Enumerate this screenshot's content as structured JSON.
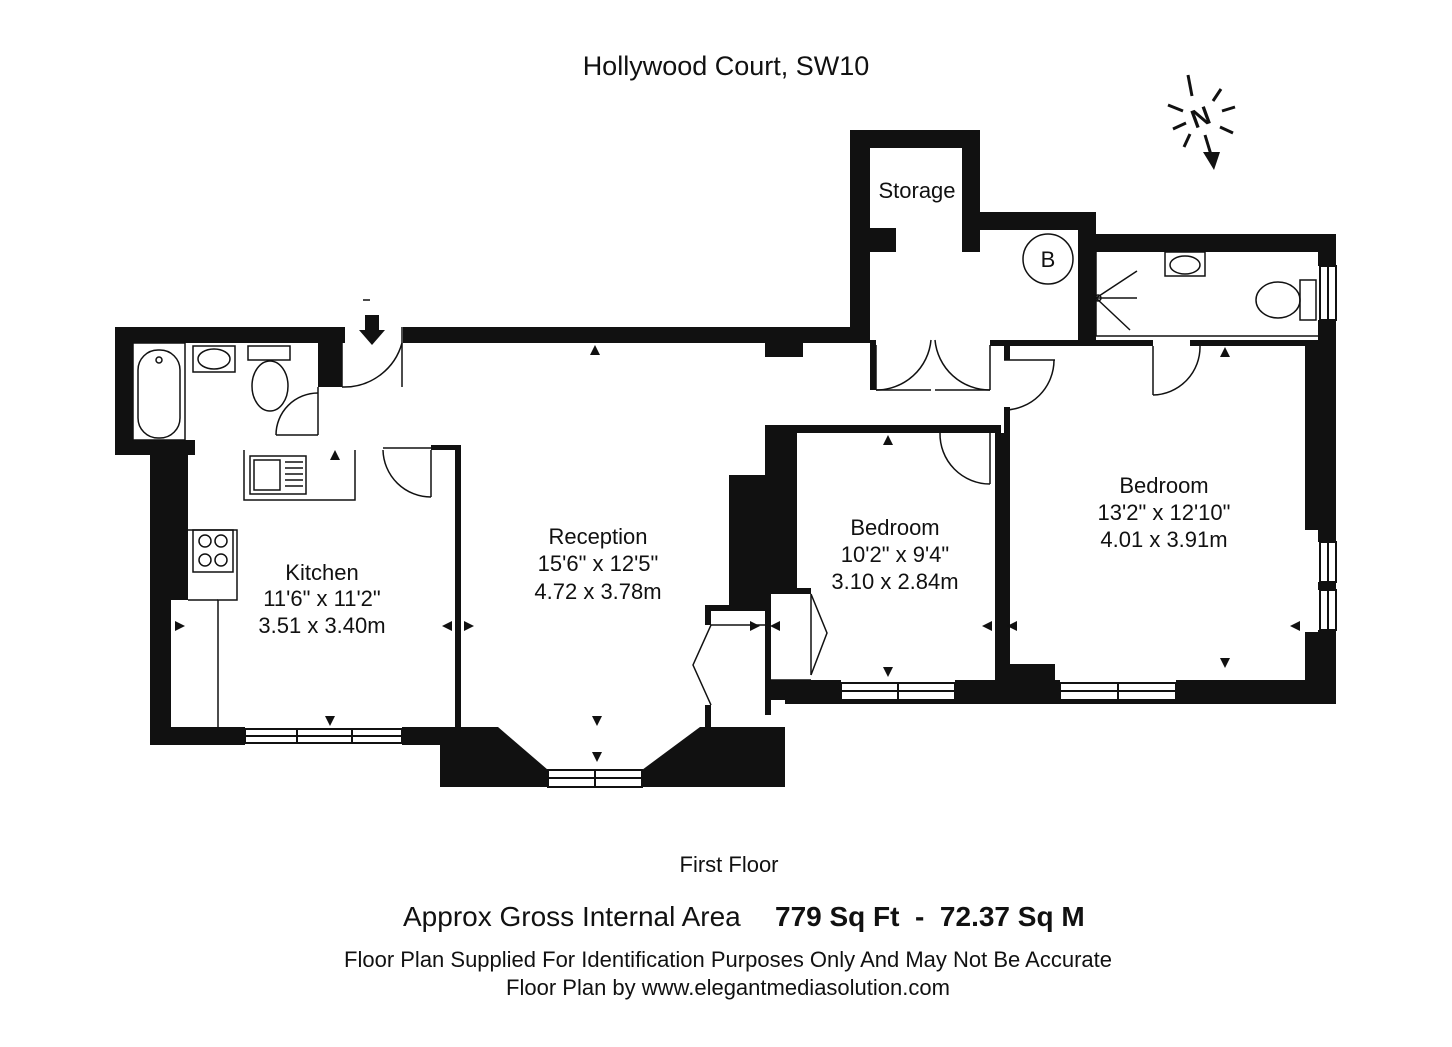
{
  "header": {
    "title": "Hollywood Court, SW10",
    "compass_letter": "N"
  },
  "rooms": {
    "storage": {
      "name": "Storage"
    },
    "boiler": {
      "label": "B"
    },
    "kitchen": {
      "name": "Kitchen",
      "imperial": "11'6\" x 11'2\"",
      "metric": "3.51 x 3.40m"
    },
    "reception": {
      "name": "Reception",
      "imperial": "15'6\" x 12'5\"",
      "metric": "4.72 x 3.78m"
    },
    "bedroom_small": {
      "name": "Bedroom",
      "imperial": "10'2\" x 9'4\"",
      "metric": "3.10 x 2.84m"
    },
    "bedroom_large": {
      "name": "Bedroom",
      "imperial": "13'2\" x 12'10\"",
      "metric": "4.01 x 3.91m"
    }
  },
  "footer": {
    "floor": "First Floor",
    "area_label": "Approx Gross Internal Area",
    "area_value": "779 Sq Ft  -  72.37 Sq M",
    "disclaimer": "Floor Plan Supplied For Identification Purposes Only And May Not Be Accurate",
    "credit": "Floor Plan by www.elegantmediasolution.com"
  },
  "colors": {
    "wall": "#111111",
    "background": "#ffffff"
  }
}
